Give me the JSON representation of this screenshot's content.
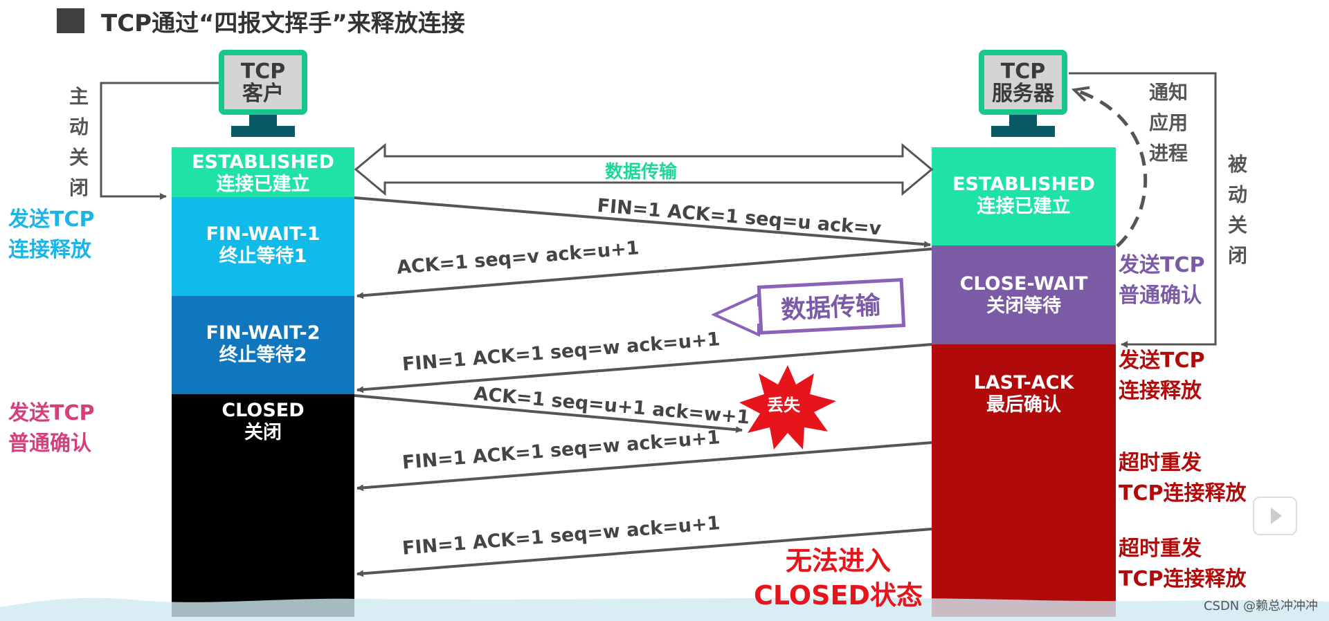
{
  "title": "TCP通过“四报文挥手”来释放连接",
  "client": {
    "line1": "TCP",
    "line2": "客户"
  },
  "server": {
    "line1": "TCP",
    "line2": "服务器"
  },
  "client_states": [
    {
      "en": "ESTABLISHED",
      "cn": "连接已建立",
      "color": "#1fe2a6"
    },
    {
      "en": "FIN-WAIT-1",
      "cn": "终止等待1",
      "color": "#10bbea"
    },
    {
      "en": "FIN-WAIT-2",
      "cn": "终止等待2",
      "color": "#1076bd"
    },
    {
      "en": "CLOSED",
      "cn": "关闭",
      "color": "#000000"
    }
  ],
  "server_states": [
    {
      "en": "ESTABLISHED",
      "cn": "连接已建立",
      "color": "#1fe2a6"
    },
    {
      "en": "CLOSE-WAIT",
      "cn": "关闭等待",
      "color": "#7b5aa6"
    },
    {
      "en": "LAST-ACK",
      "cn": "最后确认",
      "color": "#b10a0a"
    }
  ],
  "left_vertical": [
    "主",
    "动",
    "关",
    "闭"
  ],
  "right_vertical": [
    "被",
    "动",
    "关",
    "闭"
  ],
  "notify_app": [
    "通知",
    "应用",
    "进程"
  ],
  "left_labels": [
    {
      "l1": "发送TCP",
      "l2": "连接释放",
      "color": "#1ab4e6"
    },
    {
      "l1": "发送TCP",
      "l2": "普通确认",
      "color": "#d6407a"
    }
  ],
  "right_labels": [
    {
      "l1": "发送TCP",
      "l2": "普通确认",
      "color": "#7b5aa6"
    },
    {
      "l1": "发送TCP",
      "l2": "连接释放",
      "color": "#b10a0a"
    },
    {
      "l1": "超时重发",
      "l2": "TCP连接释放",
      "color": "#b10a0a"
    },
    {
      "l1": "超时重发",
      "l2": "TCP连接释放",
      "color": "#b10a0a"
    }
  ],
  "data_transfer": "数据传输",
  "data_transfer2": "数据传输",
  "messages": {
    "m1": "FIN=1   ACK=1   seq=u   ack=v",
    "m2": "ACK=1    seq=v    ack=u+1",
    "m3": "FIN=1    ACK=1     seq=w     ack=u+1",
    "m4": "ACK=1   seq=u+1    ack=w+1",
    "m5": "FIN=1    ACK=1     seq=w     ack=u+1",
    "m6": "FIN=1    ACK=1     seq=w     ack=u+1"
  },
  "lost": "丢失",
  "cannot_close": {
    "l1": "无法进入",
    "l2": "CLOSED状态"
  },
  "watermark": "CSDN @赖总冲冲冲"
}
